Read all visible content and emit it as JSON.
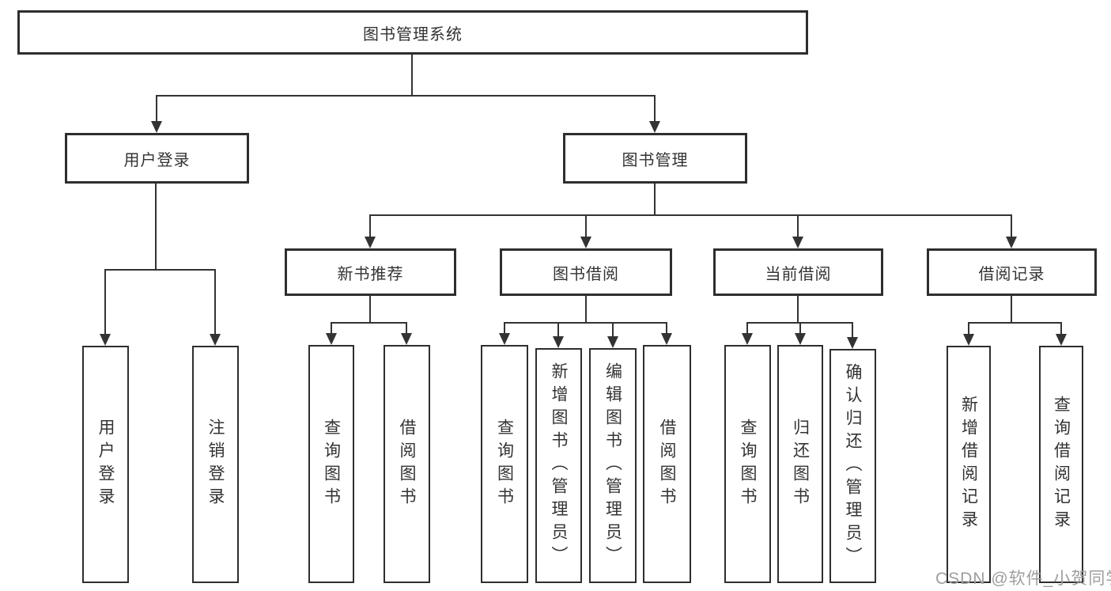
{
  "title": "图书管理系统",
  "diagram": {
    "type": "hierarchy-tree",
    "root": {
      "label": "图书管理系统",
      "children": [
        {
          "label": "用户登录",
          "children": [
            {
              "label": "用户登录"
            },
            {
              "label": "注销登录"
            }
          ]
        },
        {
          "label": "图书管理",
          "children": [
            {
              "label": "新书推荐",
              "children": [
                {
                  "label": "查询图书"
                },
                {
                  "label": "借阅图书"
                }
              ]
            },
            {
              "label": "图书借阅",
              "children": [
                {
                  "label": "查询图书"
                },
                {
                  "label": "新增图书（管理员）"
                },
                {
                  "label": "编辑图书（管理员）"
                },
                {
                  "label": "借阅图书"
                }
              ]
            },
            {
              "label": "当前借阅",
              "children": [
                {
                  "label": "查询图书"
                },
                {
                  "label": "归还图书"
                },
                {
                  "label": "确认归还（管理员）"
                }
              ]
            },
            {
              "label": "借阅记录",
              "children": [
                {
                  "label": "新增借阅记录"
                },
                {
                  "label": "查询借阅记录"
                }
              ]
            }
          ]
        }
      ]
    }
  },
  "watermark": {
    "text": "CSDN @软件_小贺同学"
  },
  "colors": {
    "line": "#333333",
    "border": "#2e2e2e",
    "text": "#333333",
    "background": "#ffffff",
    "watermark": "#9e9e9e"
  }
}
